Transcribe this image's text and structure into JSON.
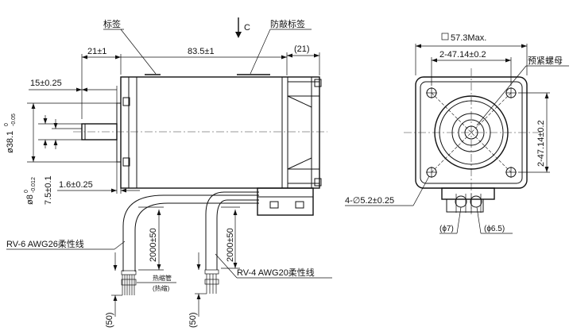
{
  "labels": {
    "nameplate": "标签",
    "anti_tamper_label": "防敲标签",
    "section_mark": "C",
    "preload_nut": "预紧螺母",
    "cable_signal": "RV-6 AWG26柔性线",
    "cable_power": "RV-4 AWG20柔性线",
    "heat_shrink": "热缩管",
    "heat_shrink_note": "(热缩)"
  },
  "dimensions": {
    "d_21": "21±1",
    "d_83_5": "83.5±1",
    "d_21_ref": "(21)",
    "d_15": "15±0.25",
    "d_38_main": "ø38.1",
    "d_38_tol_upper": "0",
    "d_38_tol_lower": "-0.05",
    "d_8_main": "ø8",
    "d_8_tol_upper": "0",
    "d_8_tol_lower": "-0.012",
    "d_7_5": "7.5±0.1",
    "d_1_6": "1.6±0.25",
    "d_2000_a": "2000±50",
    "d_2000_b": "2000±50",
    "d_50_a": "(50)",
    "d_50_b": "(50)",
    "d_57_3": "57.3Max.",
    "d_47_14_h": "2-47.14±0.2",
    "d_47_14_v": "2-47.14±0.2",
    "d_holes": "4-∅5.2±0.25",
    "d_phi7": "(ϕ7)",
    "d_phi6_5": "(ϕ6.5)"
  }
}
